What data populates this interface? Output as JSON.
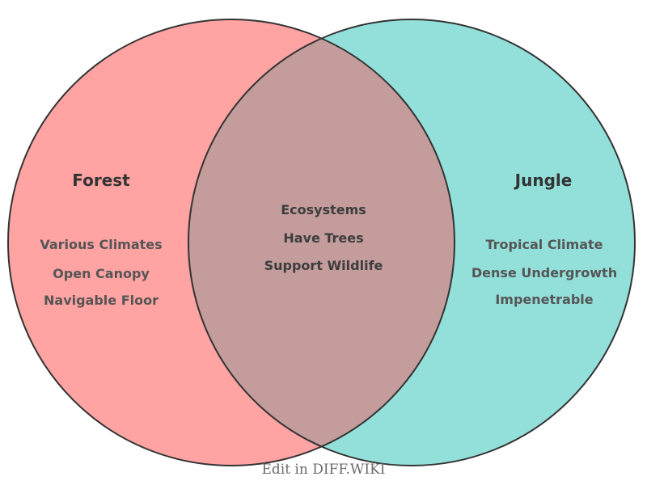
{
  "venn": {
    "left": {
      "title": "Forest",
      "items": [
        "Various Climates",
        "Open Canopy",
        "Navigable Floor"
      ],
      "fill": "#FFA3A3"
    },
    "right": {
      "title": "Jungle",
      "items": [
        "Tropical Climate",
        "Dense Undergrowth",
        "Impenetrable"
      ],
      "fill": "#93E0DA"
    },
    "overlap": {
      "items": [
        "Ecosystems",
        "Have Trees",
        "Support Wildlife"
      ],
      "fill": "#C49C9C"
    },
    "outline_color": "#333333",
    "text_colors": {
      "title": "#333333",
      "center": "#3D3D3D",
      "side": "#555555"
    },
    "footer": {
      "label": "Edit in DIFF.WIKI",
      "color": "#6B6B6B"
    }
  }
}
